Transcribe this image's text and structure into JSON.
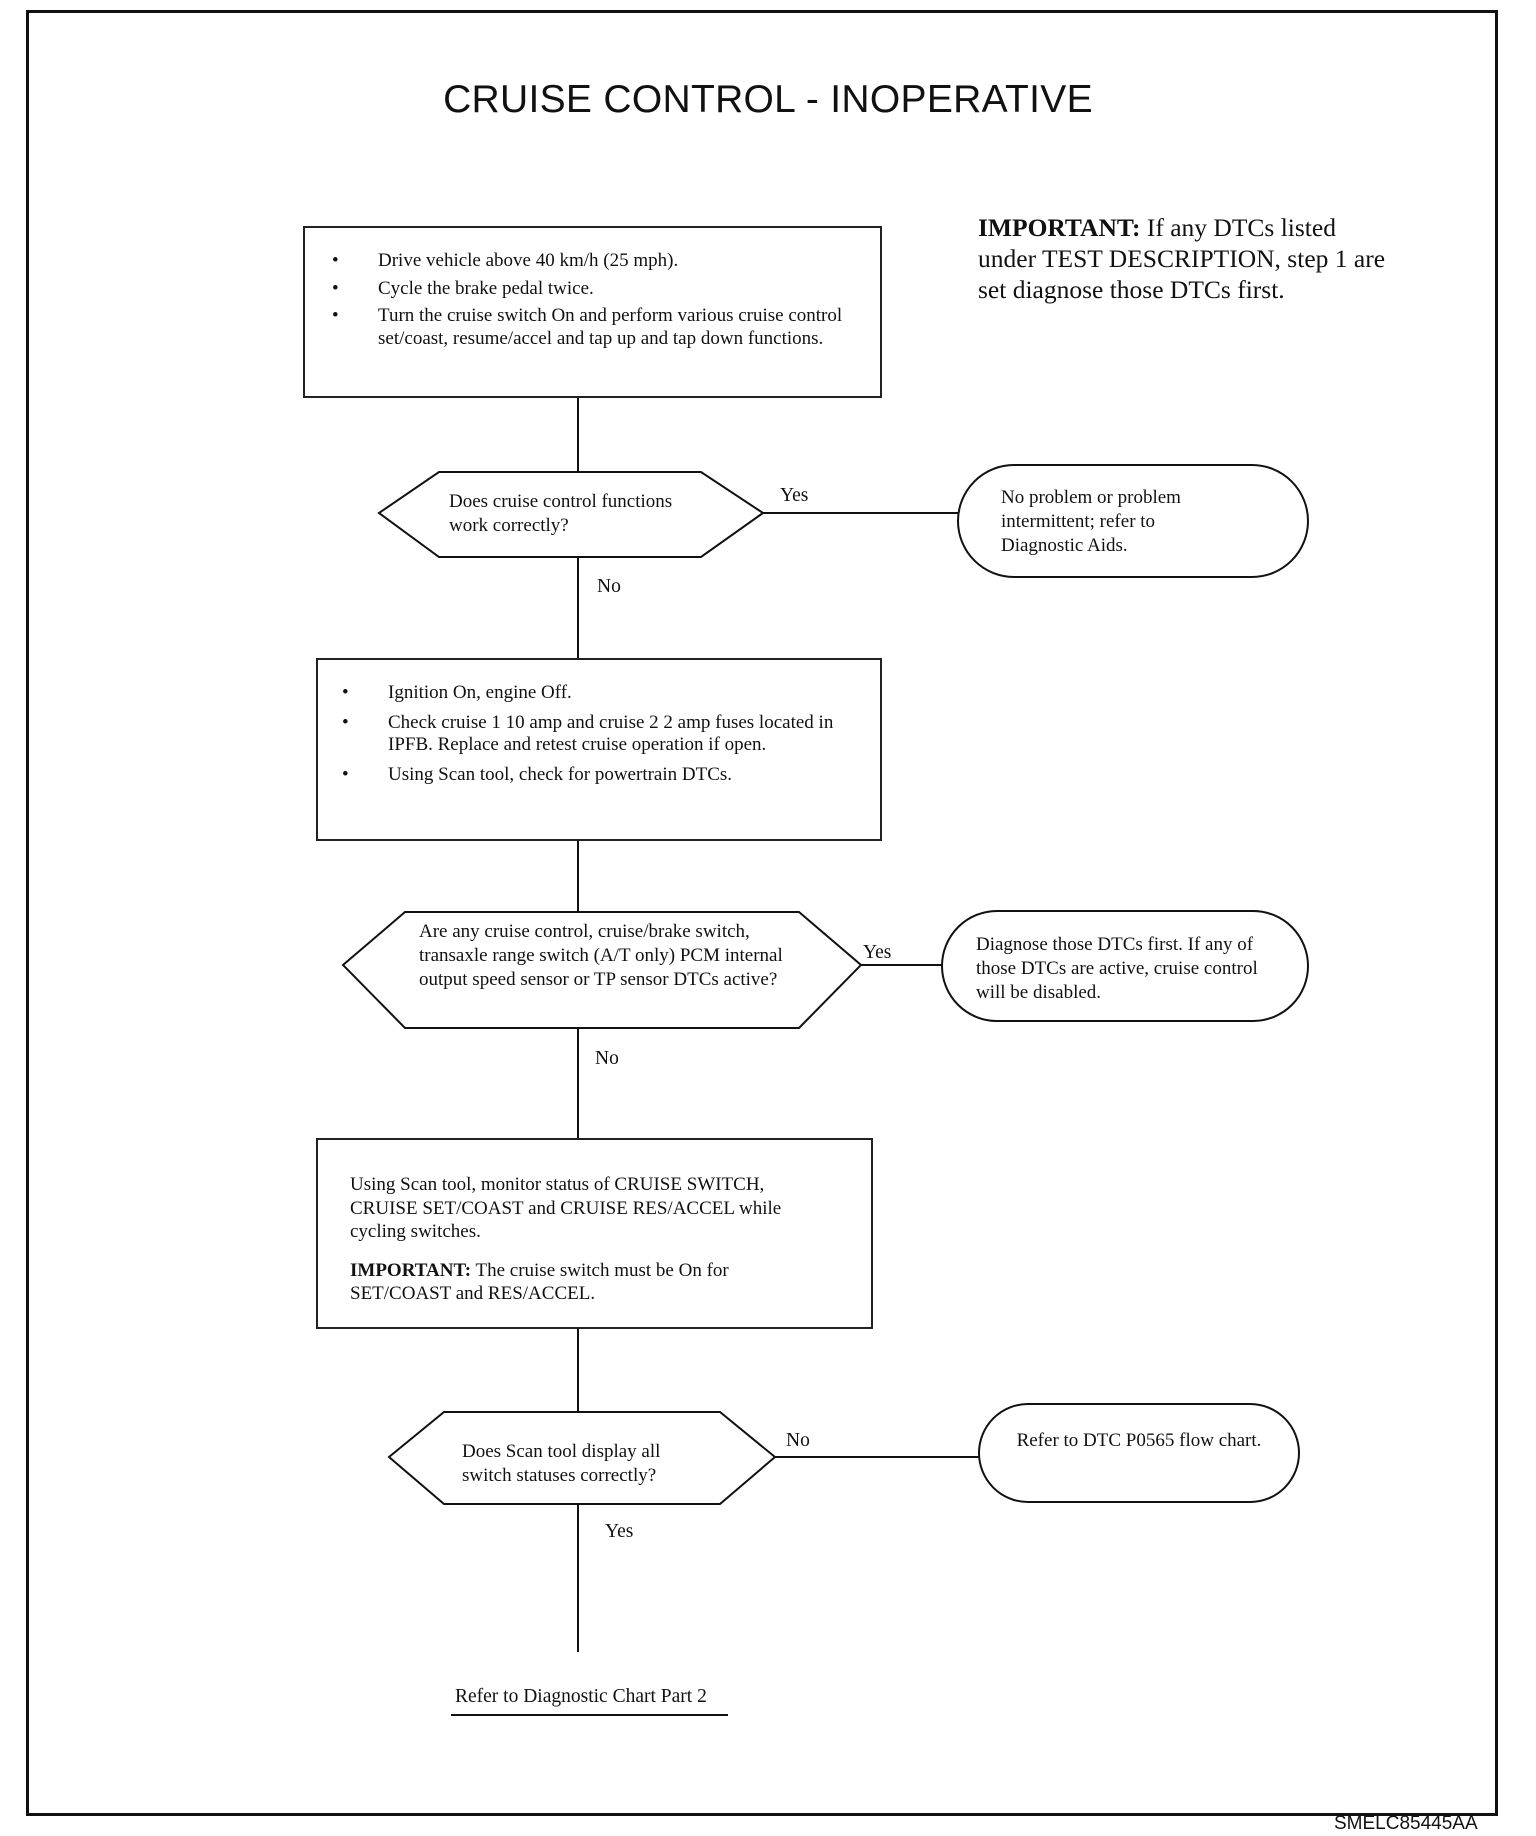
{
  "title": "CRUISE CONTROL - INOPERATIVE",
  "important_note": {
    "label": "IMPORTANT:",
    "text": " If any DTCs listed under TEST DESCRIPTION, step 1 are set diagnose those DTCs first."
  },
  "step1": {
    "bullets": [
      "Drive vehicle above 40 km/h (25 mph).",
      "Cycle the brake pedal twice.",
      "Turn the cruise switch On and perform various cruise control set/coast, resume/accel and tap up and tap down functions."
    ]
  },
  "decision1": {
    "text": "Does cruise control functions work correctly?",
    "yes_label": "Yes",
    "no_label": "No"
  },
  "terminal1": {
    "text": "No problem or problem intermittent; refer to Diagnostic Aids."
  },
  "step2": {
    "bullets": [
      "Ignition On, engine Off.",
      "Check cruise 1 10 amp and cruise 2 2 amp fuses located in IPFB. Replace and retest cruise operation if open.",
      "Using Scan tool, check for powertrain DTCs."
    ]
  },
  "decision2": {
    "text": "Are any cruise control, cruise/brake switch, transaxle range switch (A/T only) PCM internal output speed sensor or TP sensor DTCs active?",
    "yes_label": "Yes",
    "no_label": "No"
  },
  "terminal2": {
    "text": "Diagnose those DTCs first. If any of those DTCs are active, cruise control will be disabled."
  },
  "step3": {
    "text": "Using Scan tool, monitor status of CRUISE SWITCH, CRUISE SET/COAST and CRUISE RES/ACCEL while cycling switches.",
    "important_label": "IMPORTANT:",
    "important_text": "  The cruise switch must be On for SET/COAST and RES/ACCEL."
  },
  "decision3": {
    "text": "Does Scan tool display all switch statuses correctly?",
    "no_label": "No",
    "yes_label": "Yes"
  },
  "terminal3": {
    "text": "Refer to DTC P0565 flow chart."
  },
  "footer_link": "Refer to Diagnostic Chart Part 2",
  "figure_id": "SMELC85445AA",
  "bullet_symbol": "•"
}
